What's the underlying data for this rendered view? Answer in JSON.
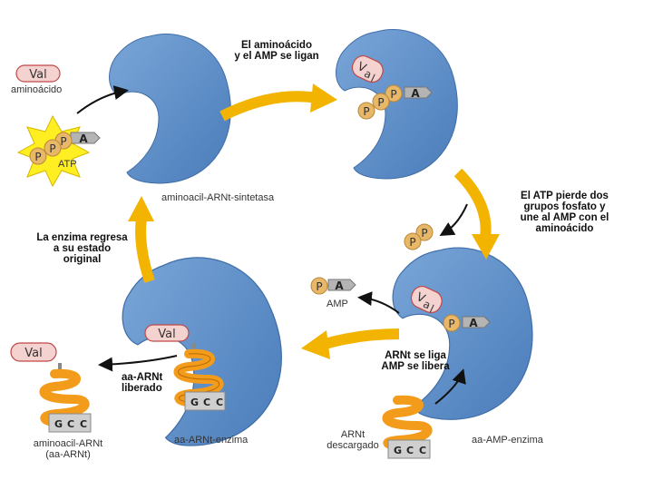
{
  "captions": {
    "bind": "El aminoácido\ny el AMP se ligan",
    "atp_loses": "El ATP pierde dos\ngrupos fosfato y\nune al AMP con el\naminoácido",
    "returns": "La enzima regresa\na su estado\noriginal",
    "trna_binds": "ARNt se liga\nAMP se libera",
    "released": "aa-ARNt\nliberado"
  },
  "labels": {
    "aminoacid": "aminoácido",
    "atp": "ATP",
    "synthetase": "aminoacil-ARNt-sintetasa",
    "amp": "AMP",
    "aa_trna_enzyme": "aa-ARNt-enzima",
    "trna_discharged": "ARNt\ndescargado",
    "aa_amp_enzyme": "aa-AMP-enzima",
    "aminoacyl_trna": "aminoacil-ARNt\n(aa-ARNt)"
  },
  "glyphs": {
    "val": "Val",
    "val_v": "V",
    "val_a": "a",
    "val_l": "l",
    "phosphate": "P",
    "adenine": "A",
    "codon": [
      "G",
      "C",
      "C"
    ]
  },
  "colors": {
    "enzyme": "#5b8cc6",
    "enzyme_edge": "#3f6ea8",
    "arrow": "#f2b400",
    "arrow_light": "#ffe070",
    "phosphate": "#e8b868",
    "adenine": "#b4b4b4",
    "val_fill": "#f4d2d0",
    "val_stroke": "#c04848",
    "starburst": "#ffee22",
    "trna": "#f39b1a",
    "trna_dark": "#b86a00",
    "nucleotide": "#cfcfcf"
  }
}
